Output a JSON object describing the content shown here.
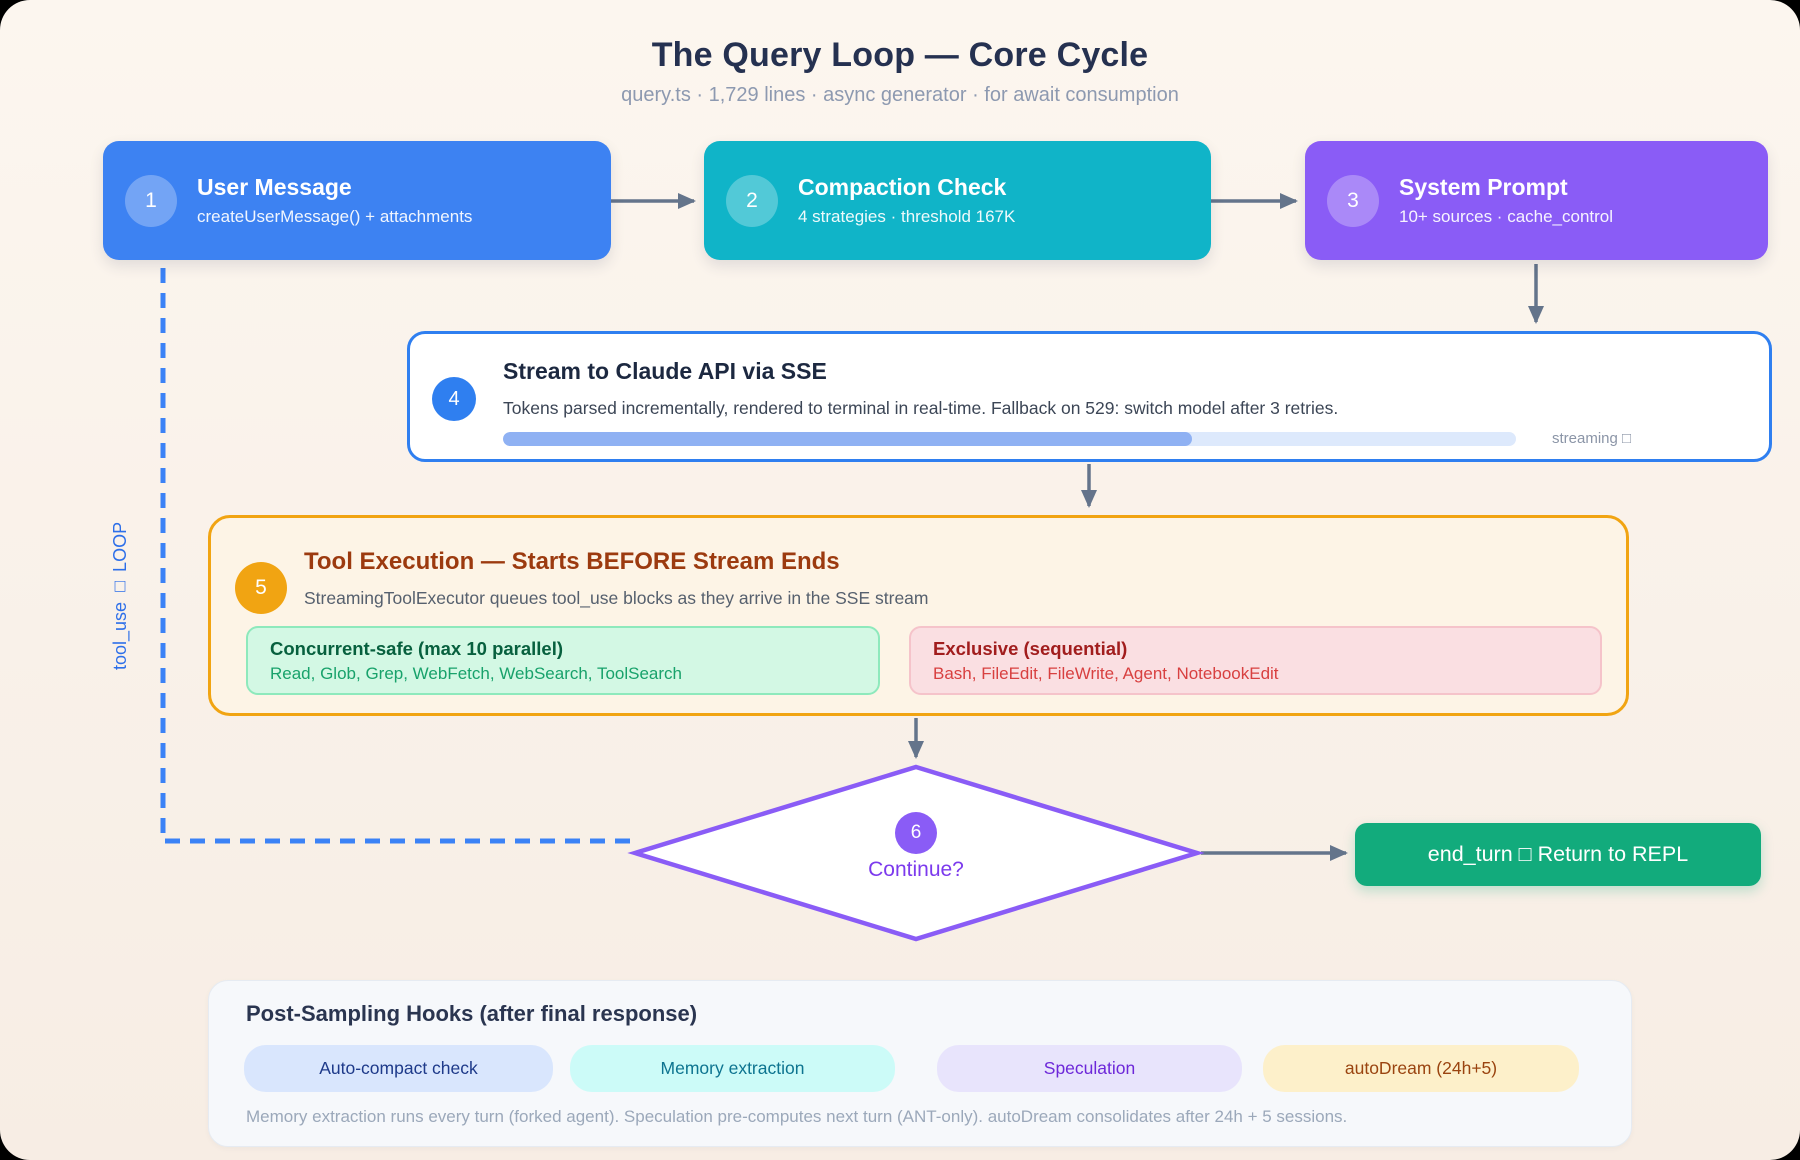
{
  "page": {
    "title": "The Query Loop — Core Cycle",
    "subtitle": "query.ts · 1,729 lines · async generator · for await consumption"
  },
  "nodes": {
    "user_message": {
      "step": "1",
      "title": "User Message",
      "subtitle": "createUserMessage() + attachments"
    },
    "compaction_check": {
      "step": "2",
      "title": "Compaction Check",
      "subtitle": "4 strategies · threshold 167K"
    },
    "system_prompt": {
      "step": "3",
      "title": "System Prompt",
      "subtitle": "10+ sources · cache_control"
    },
    "stream": {
      "step": "4",
      "title": "Stream to Claude API via SSE",
      "description": "Tokens parsed incrementally, rendered to terminal in real-time. Fallback on 529: switch model after 3 retries.",
      "progress_percent": 68,
      "progress_label": "streaming □"
    },
    "tool_execution": {
      "step": "5",
      "title": "Tool Execution — Starts BEFORE Stream Ends",
      "description": "StreamingToolExecutor queues tool_use blocks as they arrive in the SSE stream",
      "concurrent": {
        "title": "Concurrent-safe (max 10 parallel)",
        "tools": "Read, Glob, Grep, WebFetch, WebSearch, ToolSearch"
      },
      "exclusive": {
        "title": "Exclusive (sequential)",
        "tools": "Bash, FileEdit, FileWrite, Agent, NotebookEdit"
      }
    },
    "decision": {
      "step": "6",
      "label": "Continue?"
    },
    "end_turn": {
      "label": "end_turn □ Return to REPL"
    },
    "loop_label": "tool_use □ LOOP"
  },
  "hooks_panel": {
    "title": "Post-Sampling Hooks (after final response)",
    "pills": [
      {
        "label": "Auto-compact check"
      },
      {
        "label": "Memory extraction"
      },
      {
        "label": "Speculation"
      },
      {
        "label": "autoDream (24h+5)"
      }
    ],
    "note": "Memory extraction runs every turn (forked agent). Speculation pre-computes next turn (ANT-only). autoDream consolidates after 24h + 5 sessions."
  },
  "colors": {
    "node_blue": "#3d82f2",
    "node_teal": "#10b4c8",
    "node_purple": "#8a5cf6",
    "stream_border": "#2f7ff0",
    "tool_border": "#f1a412",
    "tool_title": "#9c3a0f",
    "concurrent_green": "#18a26b",
    "exclusive_red": "#d84040",
    "decision_purple": "#7c3aed",
    "end_turn_green": "#12ab7c",
    "loop_dashed_blue": "#3b82f6",
    "arrow_gray": "#64748b"
  }
}
